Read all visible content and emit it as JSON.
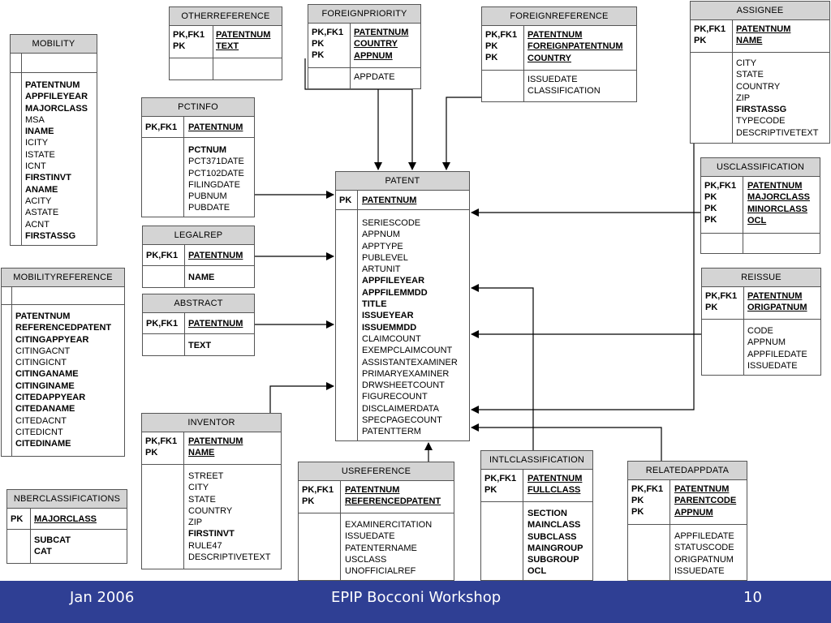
{
  "entities": {
    "otherreference": {
      "name": "OTHERREFERENCE",
      "pk": [
        "PK,FK1",
        "PK"
      ],
      "keys": [
        "PATENTNUM",
        "TEXT"
      ],
      "attrs": []
    },
    "foreignpriority": {
      "name": "FOREIGNPRIORITY",
      "pk": [
        "PK,FK1",
        "PK",
        "PK"
      ],
      "keys": [
        "PATENTNUM",
        "COUNTRY",
        "APPNUM"
      ],
      "attrs": [
        "APPDATE"
      ]
    },
    "foreignreference": {
      "name": "FOREIGNREFERENCE",
      "pk": [
        "PK,FK1",
        "PK",
        "PK"
      ],
      "keys": [
        "PATENTNUM",
        "FOREIGNPATENTNUM",
        "COUNTRY"
      ],
      "attrs": [
        "ISSUEDATE",
        "CLASSIFICATION"
      ]
    },
    "assignee": {
      "name": "ASSIGNEE",
      "pk": [
        "PK,FK1",
        "PK"
      ],
      "keys": [
        "PATENTNUM",
        "NAME"
      ],
      "attrs": [
        {
          "t": "CITY",
          "b": false
        },
        {
          "t": "STATE",
          "b": false
        },
        {
          "t": "COUNTRY",
          "b": false
        },
        {
          "t": "ZIP",
          "b": false
        },
        {
          "t": "FIRSTASSG",
          "b": true
        },
        {
          "t": "TYPECODE",
          "b": false
        },
        {
          "t": "DESCRIPTIVETEXT",
          "b": false
        }
      ]
    },
    "mobility": {
      "name": "MOBILITY",
      "attrs": [
        {
          "t": "PATENTNUM",
          "b": true
        },
        {
          "t": "APPFILEYEAR",
          "b": true
        },
        {
          "t": "MAJORCLASS",
          "b": true
        },
        {
          "t": "MSA",
          "b": false
        },
        {
          "t": "INAME",
          "b": true
        },
        {
          "t": "ICITY",
          "b": false
        },
        {
          "t": "ISTATE",
          "b": false
        },
        {
          "t": "ICNT",
          "b": false
        },
        {
          "t": "FIRSTINVT",
          "b": true
        },
        {
          "t": "ANAME",
          "b": true
        },
        {
          "t": "ACITY",
          "b": false
        },
        {
          "t": "ASTATE",
          "b": false
        },
        {
          "t": "ACNT",
          "b": false
        },
        {
          "t": "FIRSTASSG",
          "b": true
        }
      ]
    },
    "pctinfo": {
      "name": "PCTINFO",
      "pk": [
        "PK,FK1"
      ],
      "keys": [
        "PATENTNUM"
      ],
      "attrs": [
        {
          "t": "PCTNUM",
          "b": true
        },
        {
          "t": "PCT371DATE",
          "b": false
        },
        {
          "t": "PCT102DATE",
          "b": false
        },
        {
          "t": "FILINGDATE",
          "b": false
        },
        {
          "t": "PUBNUM",
          "b": false
        },
        {
          "t": "PUBDATE",
          "b": false
        }
      ]
    },
    "patent": {
      "name": "PATENT",
      "pk": [
        "PK"
      ],
      "keys": [
        "PATENTNUM"
      ],
      "attrs": [
        {
          "t": "SERIESCODE",
          "b": false
        },
        {
          "t": "APPNUM",
          "b": false
        },
        {
          "t": "APPTYPE",
          "b": false
        },
        {
          "t": "PUBLEVEL",
          "b": false
        },
        {
          "t": "ARTUNIT",
          "b": false
        },
        {
          "t": "APPFILEYEAR",
          "b": true
        },
        {
          "t": "APPFILEMMDD",
          "b": true
        },
        {
          "t": "TITLE",
          "b": true
        },
        {
          "t": "ISSUEYEAR",
          "b": true
        },
        {
          "t": "ISSUEMMDD",
          "b": true
        },
        {
          "t": "CLAIMCOUNT",
          "b": false
        },
        {
          "t": "EXEMPCLAIMCOUNT",
          "b": false
        },
        {
          "t": "ASSISTANTEXAMINER",
          "b": false
        },
        {
          "t": "PRIMARYEXAMINER",
          "b": false
        },
        {
          "t": "DRWSHEETCOUNT",
          "b": false
        },
        {
          "t": "FIGURECOUNT",
          "b": false
        },
        {
          "t": "DISCLAIMERDATA",
          "b": false
        },
        {
          "t": "SPECPAGECOUNT",
          "b": false
        },
        {
          "t": "PATENTTERM",
          "b": false
        }
      ]
    },
    "usclassification": {
      "name": "USCLASSIFICATION",
      "pk": [
        "PK,FK1",
        "PK",
        "PK",
        "PK"
      ],
      "keys": [
        "PATENTNUM",
        "MAJORCLASS",
        "MINORCLASS",
        "OCL"
      ],
      "attrs": []
    },
    "legalrep": {
      "name": "LEGALREP",
      "pk": [
        "PK,FK1"
      ],
      "keys": [
        "PATENTNUM"
      ],
      "attrs": [
        {
          "t": "NAME",
          "b": true
        }
      ]
    },
    "abstract": {
      "name": "ABSTRACT",
      "pk": [
        "PK,FK1"
      ],
      "keys": [
        "PATENTNUM"
      ],
      "attrs": [
        {
          "t": "TEXT",
          "b": true
        }
      ]
    },
    "mobilityreference": {
      "name": "MOBILITYREFERENCE",
      "attrs": [
        {
          "t": "PATENTNUM",
          "b": true
        },
        {
          "t": "REFERENCEDPATENT",
          "b": true
        },
        {
          "t": "CITINGAPPYEAR",
          "b": true
        },
        {
          "t": "CITINGACNT",
          "b": false
        },
        {
          "t": "CITINGICNT",
          "b": false
        },
        {
          "t": "CITINGANAME",
          "b": true
        },
        {
          "t": "CITINGINAME",
          "b": true
        },
        {
          "t": "CITEDAPPYEAR",
          "b": true
        },
        {
          "t": "CITEDANAME",
          "b": true
        },
        {
          "t": "CITEDACNT",
          "b": false
        },
        {
          "t": "CITEDICNT",
          "b": false
        },
        {
          "t": "CITEDINAME",
          "b": true
        }
      ]
    },
    "reissue": {
      "name": "REISSUE",
      "pk": [
        "PK,FK1",
        "PK"
      ],
      "keys": [
        "PATENTNUM",
        "ORIGPATNUM"
      ],
      "attrs": [
        {
          "t": "CODE",
          "b": false
        },
        {
          "t": "APPNUM",
          "b": false
        },
        {
          "t": "APPFILEDATE",
          "b": false
        },
        {
          "t": "ISSUEDATE",
          "b": false
        }
      ]
    },
    "inventor": {
      "name": "INVENTOR",
      "pk": [
        "PK,FK1",
        "PK"
      ],
      "keys": [
        "PATENTNUM",
        "NAME"
      ],
      "attrs": [
        {
          "t": "STREET",
          "b": false
        },
        {
          "t": "CITY",
          "b": false
        },
        {
          "t": "STATE",
          "b": false
        },
        {
          "t": "COUNTRY",
          "b": false
        },
        {
          "t": "ZIP",
          "b": false
        },
        {
          "t": "FIRSTINVT",
          "b": true
        },
        {
          "t": "RULE47",
          "b": false
        },
        {
          "t": "DESCRIPTIVETEXT",
          "b": false
        }
      ]
    },
    "nberclassifications": {
      "name": "NBERCLASSIFICATIONS",
      "pk": [
        "PK"
      ],
      "keys": [
        "MAJORCLASS"
      ],
      "attrs": [
        {
          "t": "SUBCAT",
          "b": true
        },
        {
          "t": "CAT",
          "b": true
        }
      ]
    },
    "usreference": {
      "name": "USREFERENCE",
      "pk": [
        "PK,FK1",
        "PK"
      ],
      "keys": [
        "PATENTNUM",
        "REFERENCEDPATENT"
      ],
      "attrs": [
        {
          "t": "EXAMINERCITATION",
          "b": false
        },
        {
          "t": "ISSUEDATE",
          "b": false
        },
        {
          "t": "PATENTERNAME",
          "b": false
        },
        {
          "t": "USCLASS",
          "b": false
        },
        {
          "t": "UNOFFICIALREF",
          "b": false
        }
      ]
    },
    "intlclassification": {
      "name": "INTLCLASSIFICATION",
      "pk": [
        "PK,FK1",
        "PK"
      ],
      "keys": [
        "PATENTNUM",
        "FULLCLASS"
      ],
      "attrs": [
        {
          "t": "SECTION",
          "b": true
        },
        {
          "t": "MAINCLASS",
          "b": true
        },
        {
          "t": "SUBCLASS",
          "b": true
        },
        {
          "t": "MAINGROUP",
          "b": true
        },
        {
          "t": "SUBGROUP",
          "b": true
        },
        {
          "t": "OCL",
          "b": true
        }
      ]
    },
    "relatedappdata": {
      "name": "RELATEDAPPDATA",
      "pk": [
        "PK,FK1",
        "PK",
        "PK"
      ],
      "keys": [
        "PATENTNUM",
        "PARENTCODE",
        "APPNUM"
      ],
      "attrs": [
        {
          "t": "APPFILEDATE",
          "b": false
        },
        {
          "t": "STATUSCODE",
          "b": false
        },
        {
          "t": "ORIGPATNUM",
          "b": false
        },
        {
          "t": "ISSUEDATE",
          "b": false
        }
      ]
    }
  },
  "footer": {
    "date": "Jan 2006",
    "title": "EPIP Bocconi Workshop",
    "page": "10"
  }
}
